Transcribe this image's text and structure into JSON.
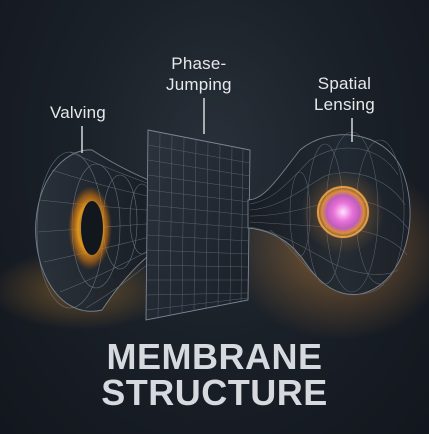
{
  "labels": {
    "valving": "Valving",
    "phase_line1": "Phase-",
    "phase_line2": "Jumping",
    "lensing_line1": "Spatial",
    "lensing_line2": "Lensing"
  },
  "title": {
    "line1": "MEMBRANE",
    "line2": "STRUCTURE"
  },
  "colors": {
    "background": "#151a22",
    "mesh": "#8a93a0",
    "valve_glow": "#f2a51c",
    "lens_core": "#e873d6",
    "lens_halo": "#f39a3a",
    "text": "#e6e8ea"
  }
}
